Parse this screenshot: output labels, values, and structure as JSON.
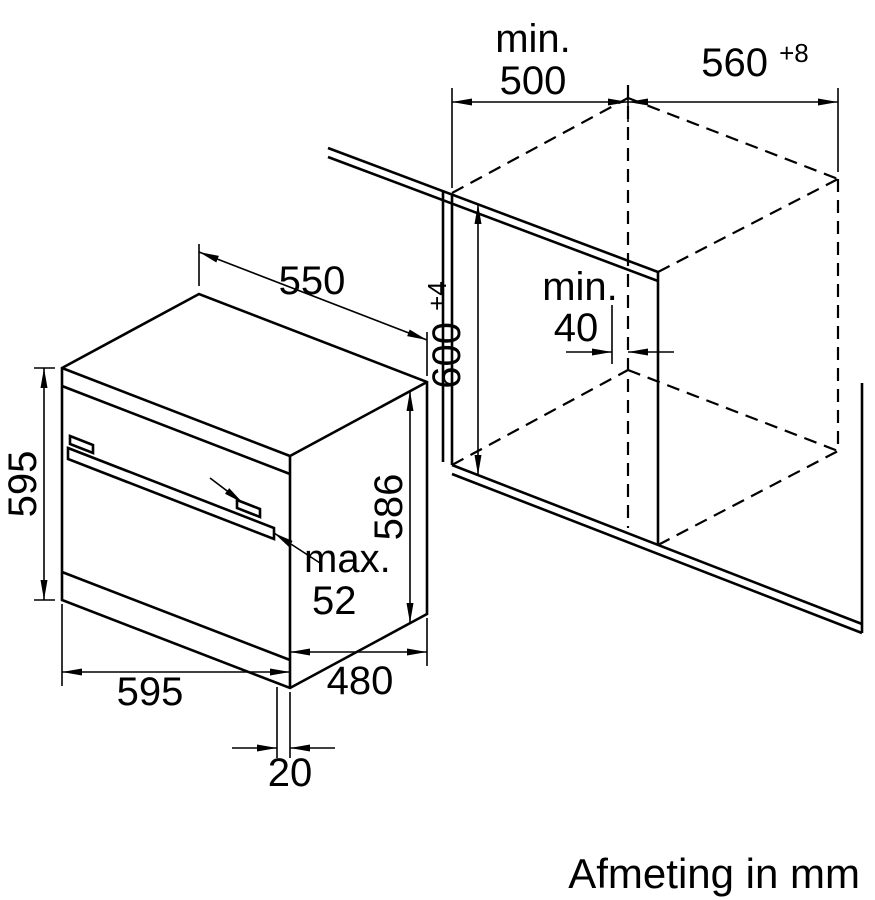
{
  "caption": "Afmeting in mm",
  "dims": {
    "niche_depth": {
      "line1": "min.",
      "line2": "500"
    },
    "niche_width": {
      "base": "560",
      "sup": "+8"
    },
    "niche_height": {
      "base": "600",
      "sup": "+4"
    },
    "rear_gap": {
      "line1": "min.",
      "line2": "40"
    },
    "oven_depth": "550",
    "oven_height": "595",
    "oven_body_height": "586",
    "handle_protrusion": {
      "line1": "max.",
      "line2": "52"
    },
    "oven_width": "595",
    "bottom_depth": "480",
    "door_offset": "20"
  }
}
